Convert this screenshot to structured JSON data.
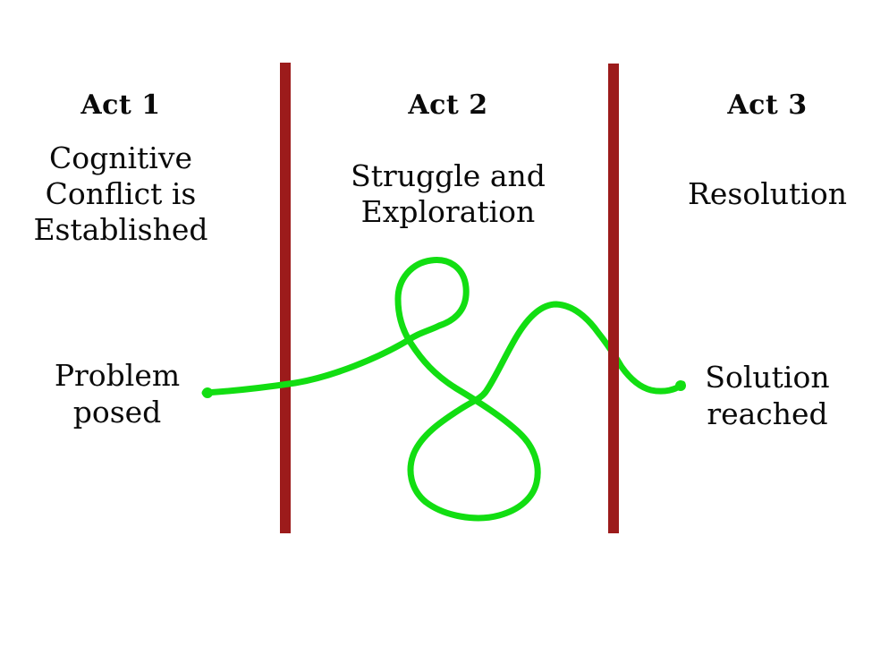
{
  "colors": {
    "background": "#ffffff",
    "divider": "#9c1b1b",
    "path": "#12de12",
    "text": "#0a0a0a"
  },
  "acts": [
    {
      "title": "Act 1",
      "desc_lines": [
        "Cognitive",
        "Conflict is",
        "Established"
      ]
    },
    {
      "title": "Act 2",
      "desc_lines": [
        "Struggle and",
        "Exploration"
      ]
    },
    {
      "title": "Act 3",
      "desc_lines": [
        "Resolution"
      ]
    }
  ],
  "endpoints": {
    "problem": {
      "lines": [
        "Problem",
        "posed"
      ]
    },
    "solution": {
      "lines": [
        "Solution",
        "reached"
      ]
    }
  }
}
